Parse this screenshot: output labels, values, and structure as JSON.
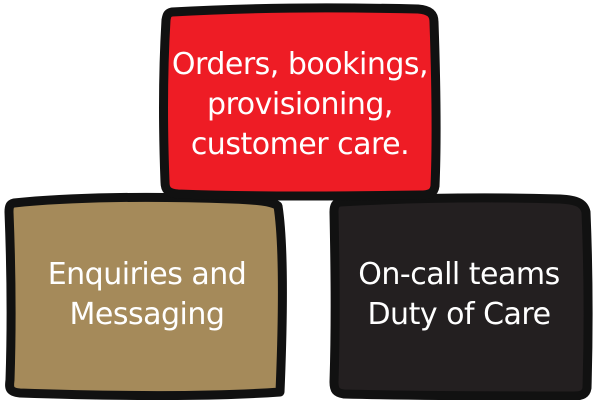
{
  "blocks": {
    "top": {
      "lines": [
        "Orders, bookings,",
        "provisioning,",
        "customer care."
      ],
      "color": "#ee1c25"
    },
    "left": {
      "lines": [
        "Enquiries and",
        "Messaging"
      ],
      "color": "#a58a5a"
    },
    "right": {
      "lines": [
        "On-call teams",
        "Duty of Care"
      ],
      "color": "#231f20"
    }
  },
  "outline_color": "#111111"
}
